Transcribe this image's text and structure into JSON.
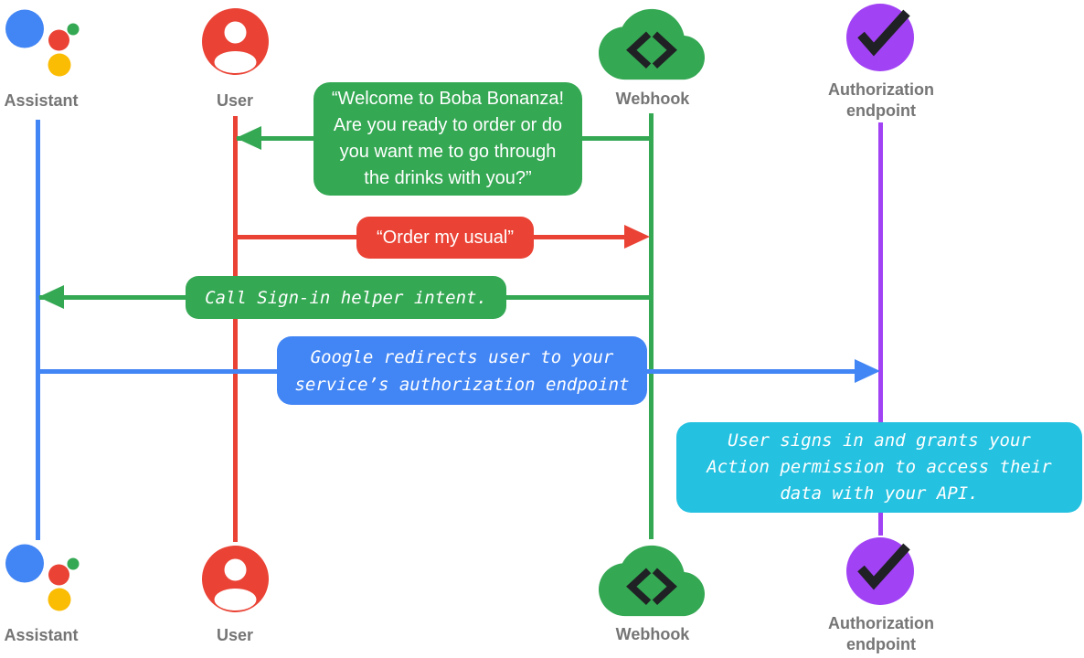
{
  "colors": {
    "google_blue": "#4285F4",
    "google_red": "#EA4335",
    "google_green": "#34A853",
    "google_yellow": "#FBBC04",
    "purple": "#A142F4",
    "cyan": "#24C1E0",
    "label_gray": "#757575",
    "glyph_dark": "#202124"
  },
  "actors": {
    "assistant": {
      "label": "Assistant"
    },
    "user": {
      "label": "User"
    },
    "webhook": {
      "label": "Webhook"
    },
    "authorization": {
      "label_line1": "Authorization",
      "label_line2": "endpoint"
    }
  },
  "messages": {
    "welcome": {
      "from": "Webhook",
      "to": "User",
      "line1": "“Welcome to Boba Bonanza!",
      "line2": "Are you ready to order or do",
      "line3": "you want me to go through",
      "line4": "the drinks with you?”"
    },
    "order": {
      "from": "User",
      "to": "Webhook",
      "text": "“Order my usual”"
    },
    "signin": {
      "from": "Webhook",
      "to": "Assistant",
      "text": "Call Sign-in helper intent."
    },
    "redirect": {
      "from": "Assistant",
      "to": "Authorization endpoint",
      "line1": "Google redirects user to your",
      "line2": "service’s authorization endpoint"
    },
    "grants": {
      "at": "Authorization endpoint",
      "line1": "User signs in and grants your",
      "line2": "Action permission to access their",
      "line3": "data with your API."
    }
  }
}
